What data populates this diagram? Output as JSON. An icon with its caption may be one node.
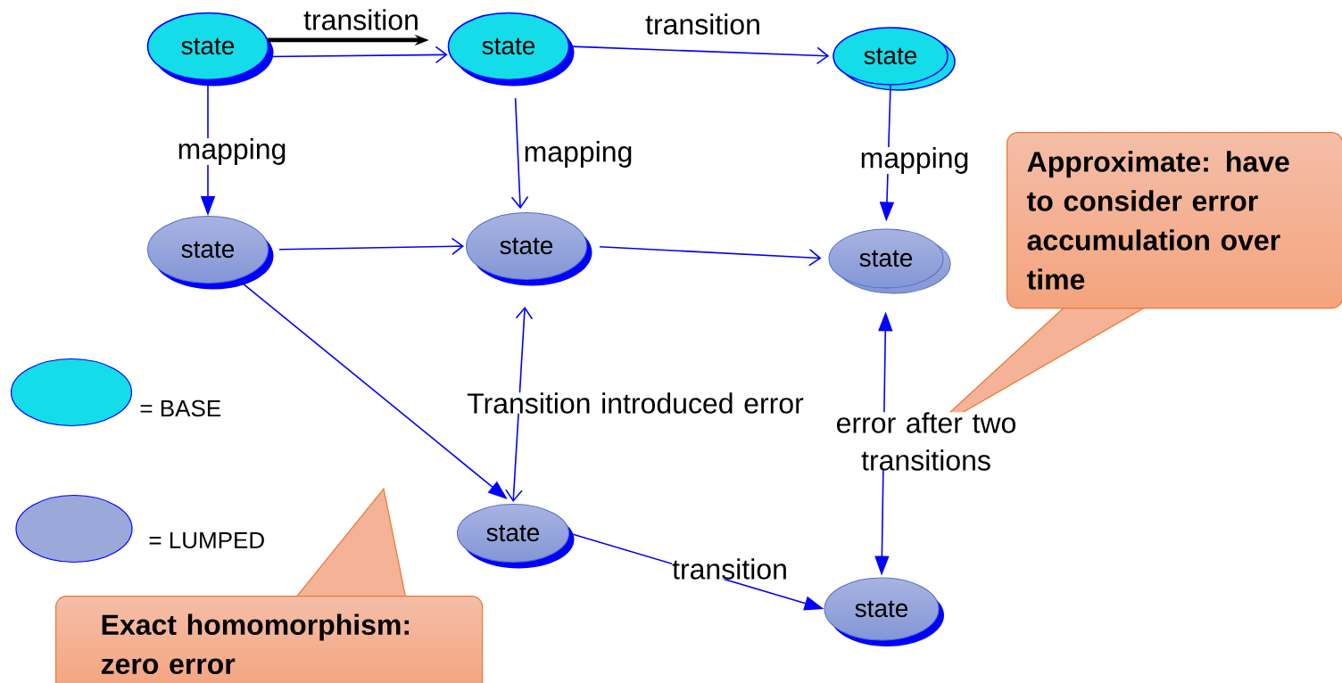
{
  "diagram": {
    "nodes": [
      {
        "text": [
          "state"
        ]
      },
      {
        "text": [
          "state"
        ]
      },
      {
        "text": [
          "state"
        ]
      },
      {
        "text": [
          "state"
        ]
      },
      {
        "text": [
          "state"
        ]
      },
      {
        "text": [
          "state"
        ]
      },
      {
        "text": [
          "state"
        ]
      },
      {
        "text": [
          "state"
        ]
      },
      {
        "text": [
          "Approximate: have to consider error accumulation over time"
        ]
      },
      {
        "text": [
          "Exact homomorphism: zero error"
        ]
      }
    ],
    "edges": [
      {
        "from": 0,
        "to": 1,
        "arrow": "to",
        "label": "transition"
      },
      {
        "from": 0,
        "to": 1,
        "arrow": "to",
        "style": "thick",
        "color": "#000000"
      },
      {
        "from": 1,
        "to": 2,
        "arrow": "to",
        "label": "transition"
      },
      {
        "from": 0,
        "to": 3,
        "arrow": "to",
        "label": "mapping"
      },
      {
        "from": 1,
        "to": 4,
        "arrow": "to",
        "label": "mapping"
      },
      {
        "from": 2,
        "to": 5,
        "arrow": "to",
        "label": "mapping"
      },
      {
        "from": 3,
        "to": 4,
        "arrow": "to"
      },
      {
        "from": 4,
        "to": 5,
        "arrow": "to"
      },
      {
        "from": 3,
        "to": 6,
        "arrow": "to"
      },
      {
        "from": 4,
        "to": 6,
        "arrow": "both",
        "label": "Transition introduced error"
      },
      {
        "from": 6,
        "to": 7,
        "arrow": "to",
        "label": "transition"
      },
      {
        "from": 5,
        "to": 7,
        "arrow": "both",
        "label": "error after two transitions"
      }
    ],
    "legend": [
      {
        "text": "= BASE",
        "color": "#14dce8"
      },
      {
        "text": "= LUMPED",
        "color": "#9aa8da"
      }
    ]
  }
}
